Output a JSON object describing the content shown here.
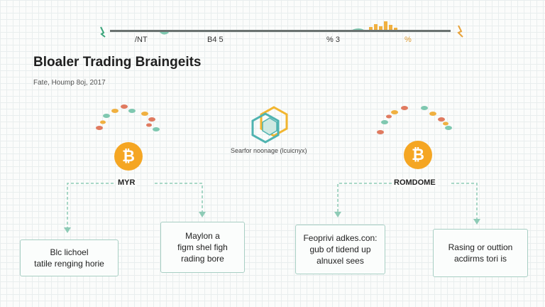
{
  "header": {
    "marks": [
      "/NT",
      "B4 5",
      "% 3",
      "%"
    ]
  },
  "title": "Bloaler Trading Braingeits",
  "subtitle": "Fate, Hoump 8oj, 2017",
  "left_node": {
    "label": "MYR",
    "icon": "bitcoin-icon",
    "cards": [
      {
        "line1": "Blc lichoel",
        "line2": "tatile renging horie"
      },
      {
        "line1": "Maylon a",
        "line2": "figm shel figh",
        "line3": "rading bore"
      }
    ]
  },
  "center": {
    "icon": "hexagon-logo-icon",
    "label": "Searfor noonage (lcuicnyx)"
  },
  "right_node": {
    "label": "ROMDOME",
    "icon": "bitcoin-icon",
    "cards": [
      {
        "line1": "Feoprivi adkes.con:",
        "line2": "gub of tidend up",
        "line3": "alnuxel sees"
      },
      {
        "line1": "Rasing or outtion",
        "line2": "acdirms tori is"
      }
    ]
  },
  "colors": {
    "accent": "#f5a623",
    "connector": "#8ecbb6",
    "hex_teal": "#4fb3b0",
    "hex_gold": "#f2b630"
  }
}
